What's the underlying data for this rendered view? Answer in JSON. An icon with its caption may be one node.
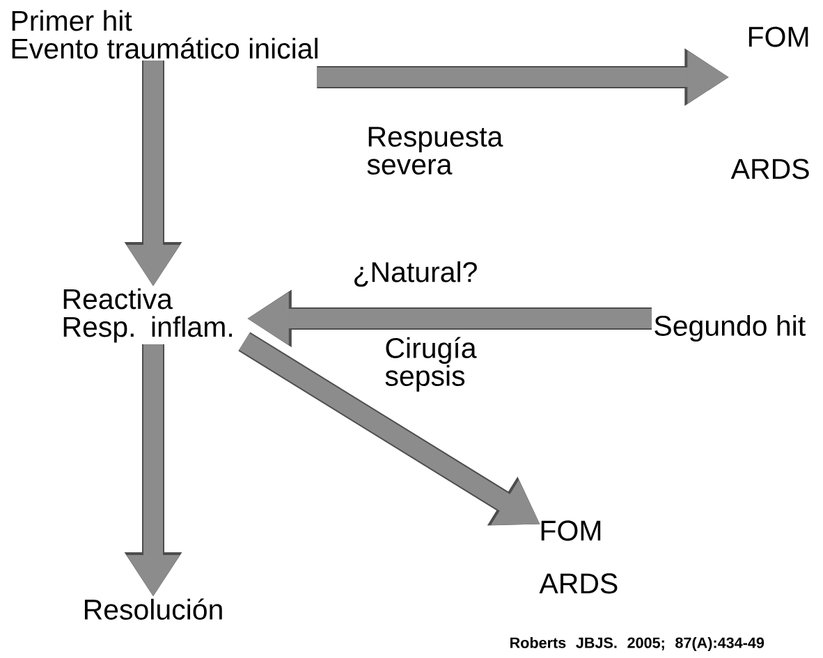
{
  "diagram": {
    "nodes": [
      {
        "text": [
          "Primer hit",
          "Evento traumático inicial"
        ]
      },
      {
        "text": [
          "FOM",
          "ARDS"
        ]
      },
      {
        "text": [
          "Reactiva Resp. inflam."
        ]
      },
      {
        "text": [
          "Segundo hit"
        ]
      },
      {
        "text": [
          "FOM",
          "ARDS"
        ]
      },
      {
        "text": [
          "Resolución"
        ]
      }
    ],
    "edges": [
      {
        "from": 0,
        "to": 1,
        "arrow": "to",
        "label": "Respuesta severa"
      },
      {
        "from": 0,
        "to": 2,
        "arrow": "to"
      },
      {
        "from": 3,
        "to": 2,
        "arrow": "to",
        "label": "¿Natural?"
      },
      {
        "from": 2,
        "to": 4,
        "arrow": "to"
      },
      {
        "from": 2,
        "to": 5,
        "arrow": "to"
      }
    ],
    "labels": [
      "Cirugía sepsis",
      "Roberts JBJS. 2005; 87(A):434-49"
    ]
  }
}
